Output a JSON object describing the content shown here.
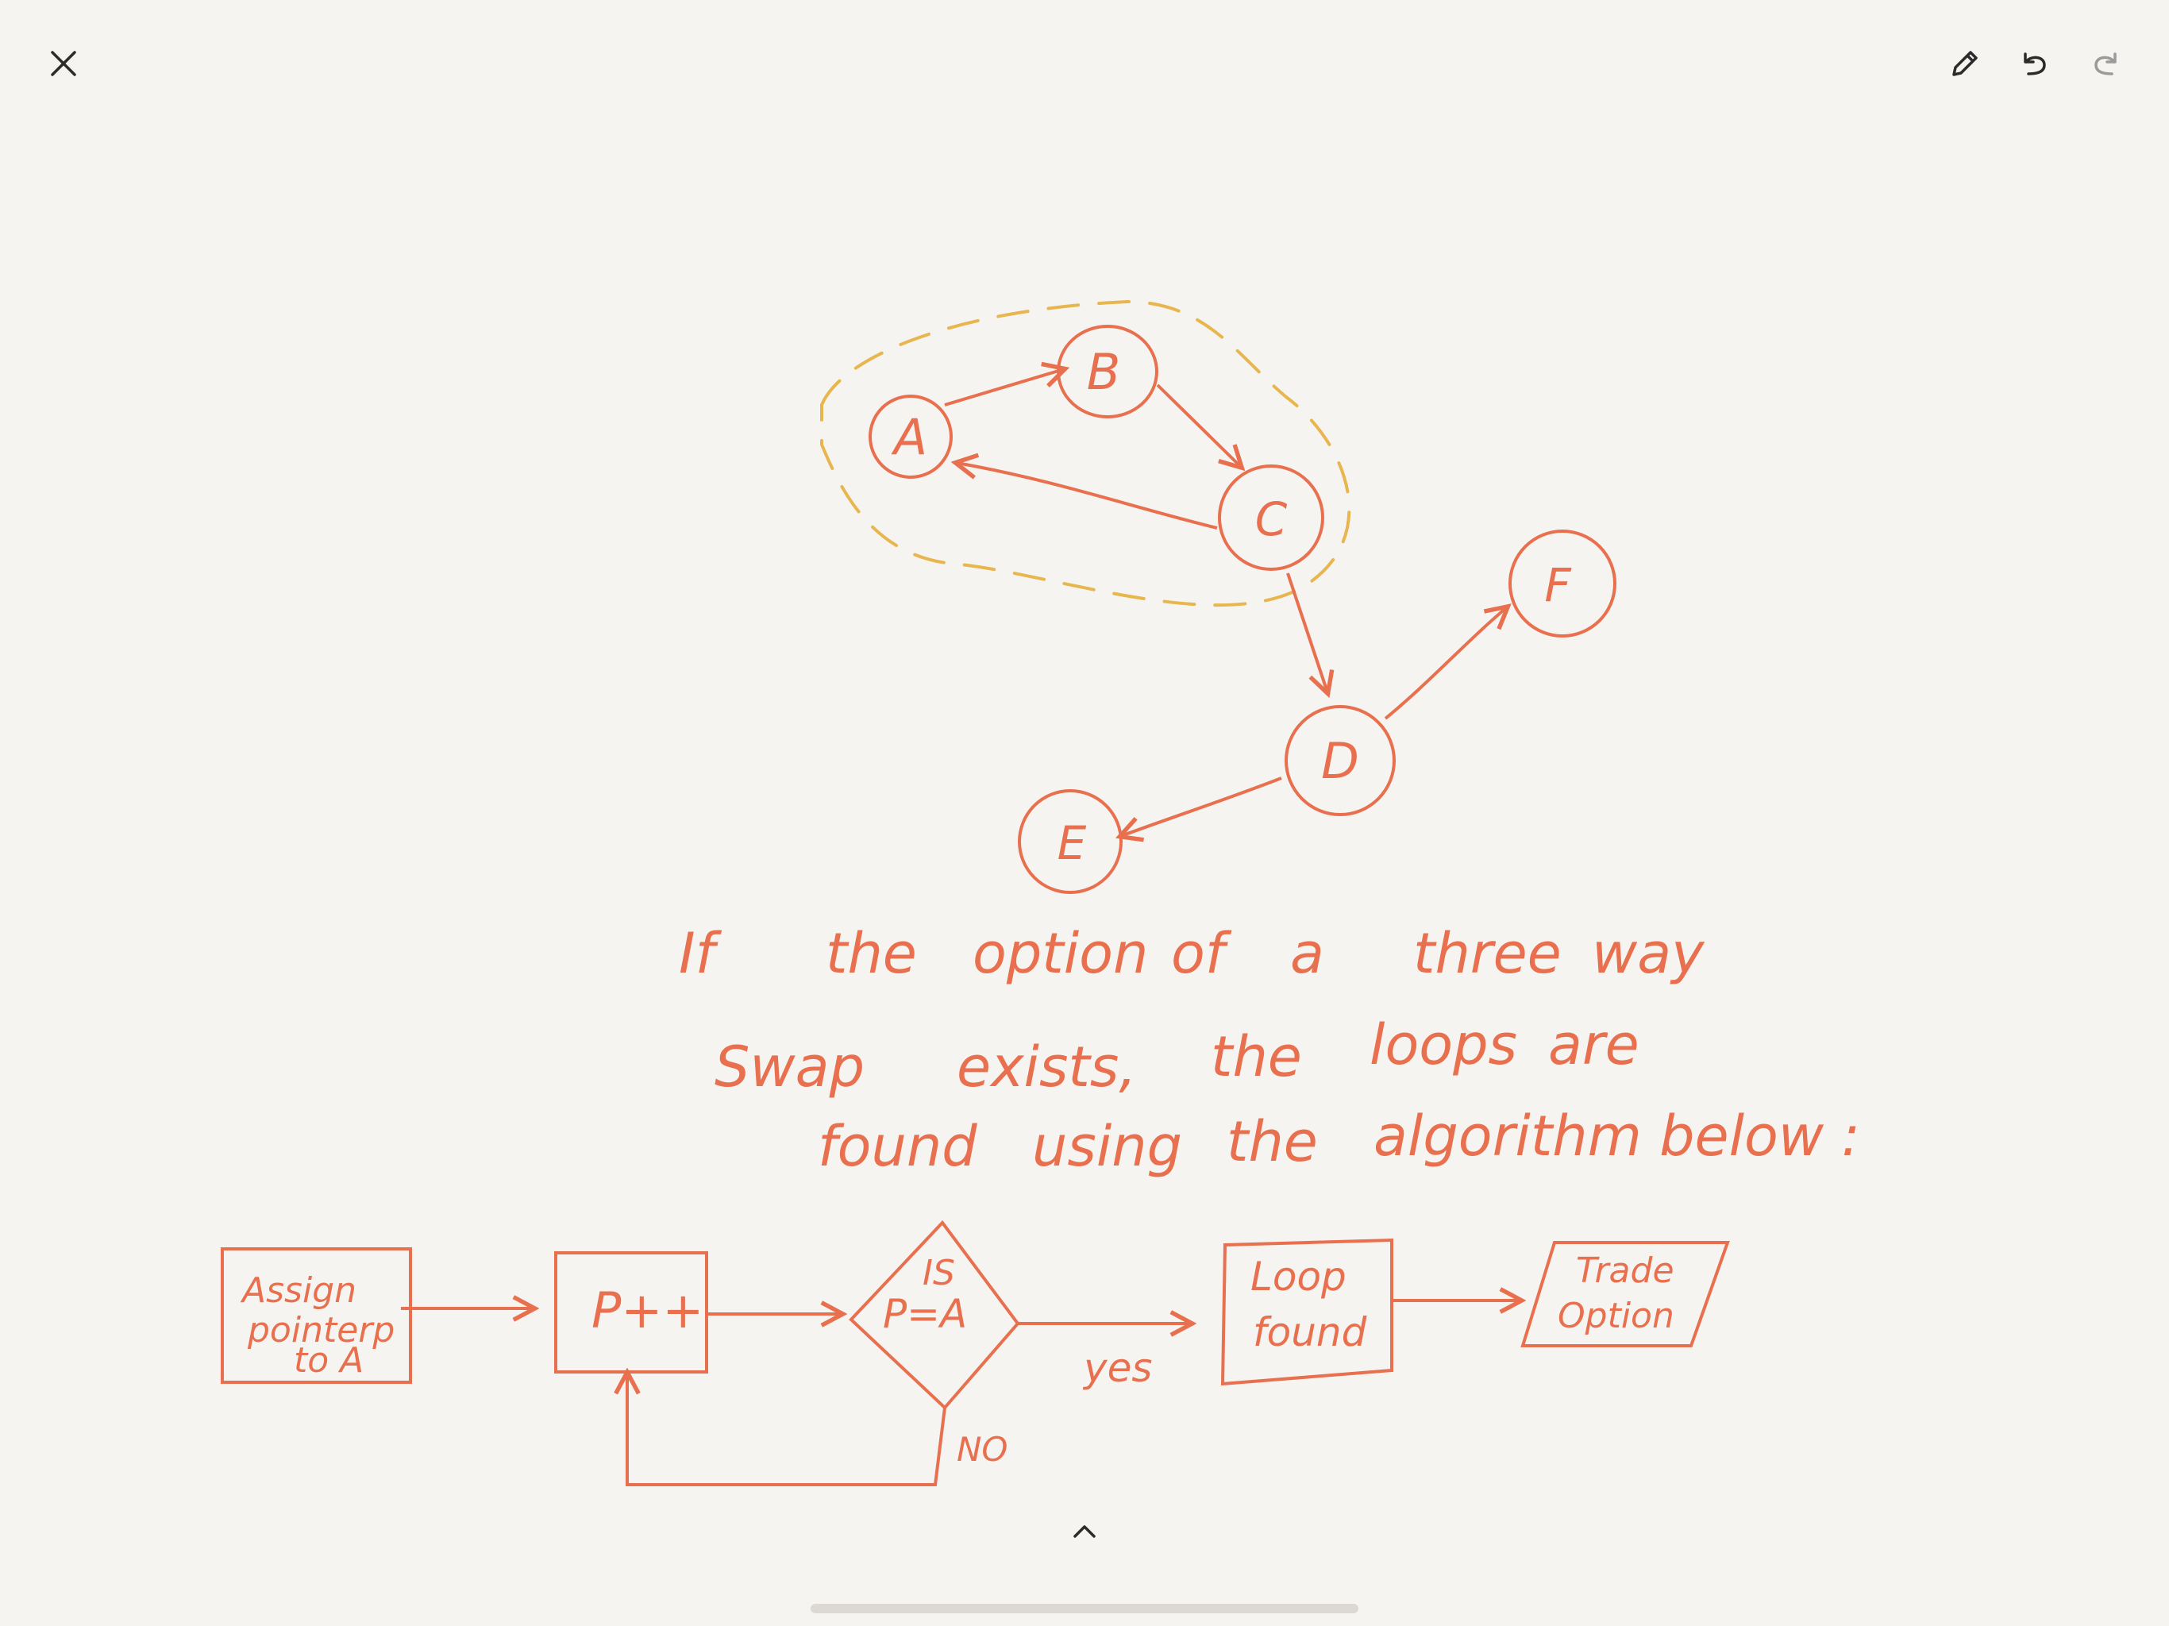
{
  "toolbar": {
    "close_icon": "close-icon",
    "pen_icon": "pencil-icon",
    "undo_icon": "undo-icon",
    "redo_icon": "redo-icon"
  },
  "colors": {
    "ink": "#e8704f",
    "highlight": "#e8b64f",
    "background": "#f6f4f0",
    "icon": "#2b2b2b",
    "icon_disabled": "#9a9a9a"
  },
  "graph": {
    "nodes": [
      "A",
      "B",
      "C",
      "D",
      "E",
      "F"
    ]
  },
  "note": {
    "line1": [
      "If",
      "the",
      "option",
      "of",
      "a",
      "three",
      "way"
    ],
    "line2": [
      "Swap",
      "exists,",
      "the",
      "loops",
      "are"
    ],
    "line3": [
      "found",
      "using",
      "the",
      "algorithm below :"
    ]
  },
  "flowchart": {
    "assign_lines": [
      "Assign",
      "pointerp",
      "to A"
    ],
    "increment": "P++",
    "decision_lines": [
      "IS",
      "P=A"
    ],
    "yes": "yes",
    "no": "NO",
    "loop_lines": [
      "Loop",
      "found"
    ],
    "trade_lines": [
      "Trade",
      "Option"
    ]
  },
  "bottom": {
    "expand_icon": "chevron-up-icon"
  }
}
